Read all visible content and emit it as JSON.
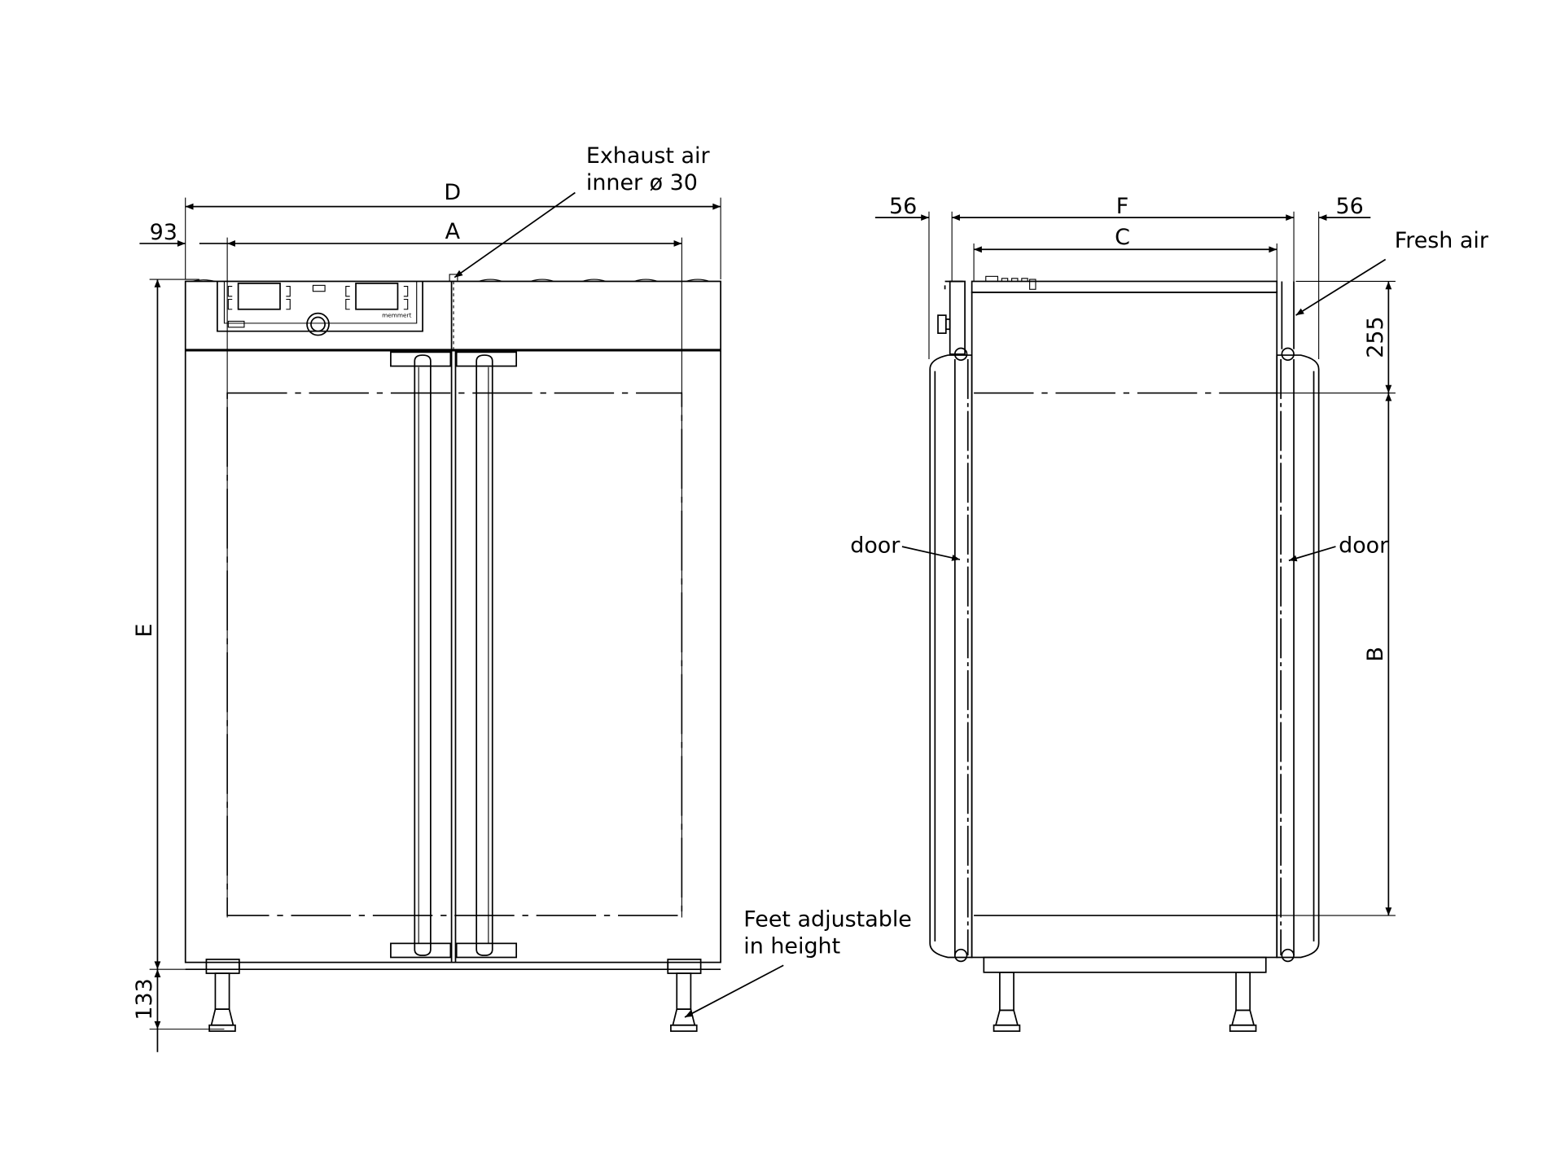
{
  "drawing": {
    "front_view": {
      "dim_D": "D",
      "dim_A": "A",
      "dim_93": "93",
      "dim_E": "E",
      "dim_133": "133",
      "exhaust_label_1": "Exhaust air",
      "exhaust_label_2": "inner ø 30",
      "feet_label_1": "Feet adjustable",
      "feet_label_2": "in height",
      "brand": "memmert"
    },
    "side_view": {
      "dim_56_left": "56",
      "dim_F": "F",
      "dim_56_right": "56",
      "dim_C": "C",
      "dim_255": "255",
      "dim_B": "B",
      "fresh_air_label": "Fresh air",
      "door_left_label": "door",
      "door_right_label": "door"
    }
  }
}
